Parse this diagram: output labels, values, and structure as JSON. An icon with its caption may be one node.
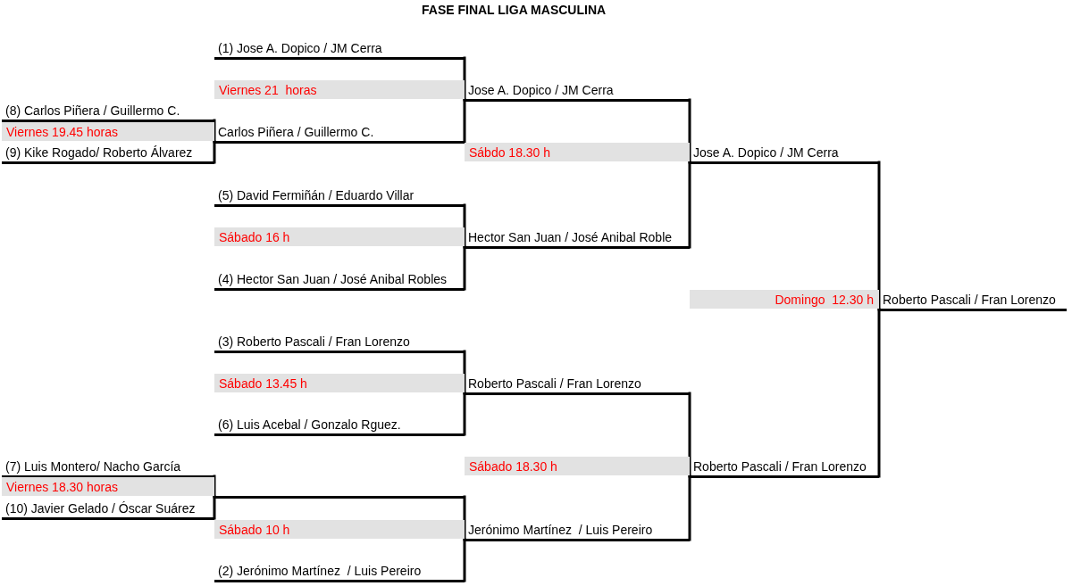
{
  "diagram": {
    "title": "FASE FINAL LIGA MASCULINA",
    "nodes": [
      {
        "text": [
          "(1) Jose A. Dopico / JM Cerra"
        ]
      },
      {
        "text": [
          "Viernes 21  horas"
        ]
      },
      {
        "text": [
          "Jose A. Dopico / JM Cerra"
        ]
      },
      {
        "text": [
          "(8) Carlos Piñera / Guillermo C."
        ]
      },
      {
        "text": [
          "Viernes 19.45 horas"
        ]
      },
      {
        "text": [
          "Carlos Piñera / Guillermo C."
        ]
      },
      {
        "text": [
          "(9) Kike Rogado/ Roberto Álvarez"
        ]
      },
      {
        "text": [
          "Sábdo 18.30 h"
        ]
      },
      {
        "text": [
          "Jose A. Dopico / JM Cerra"
        ]
      },
      {
        "text": [
          "(5) David Fermiñán / Eduardo Villar"
        ]
      },
      {
        "text": [
          "Sábado 16 h"
        ]
      },
      {
        "text": [
          "Hector San Juan / José Anibal Roble"
        ]
      },
      {
        "text": [
          "(4) Hector San Juan / José Anibal Robles"
        ]
      },
      {
        "text": [
          "Domingo  12.30 h"
        ]
      },
      {
        "text": [
          "Roberto Pascali / Fran Lorenzo"
        ]
      },
      {
        "text": [
          "(3) Roberto Pascali / Fran Lorenzo"
        ]
      },
      {
        "text": [
          "Sábado 13.45 h"
        ]
      },
      {
        "text": [
          "Roberto Pascali / Fran Lorenzo"
        ]
      },
      {
        "text": [
          "(6) Luis Acebal / Gonzalo Rguez."
        ]
      },
      {
        "text": [
          "(7) Luis Montero/ Nacho García"
        ]
      },
      {
        "text": [
          "Sábado 18.30 h"
        ]
      },
      {
        "text": [
          "Roberto Pascali / Fran Lorenzo"
        ]
      },
      {
        "text": [
          "Viernes 18.30 horas"
        ]
      },
      {
        "text": [],
        "shape": "bar"
      },
      {
        "text": [
          "(10) Javier Gelado / Óscar Suárez"
        ]
      },
      {
        "text": [
          "Sábado 10 h"
        ]
      },
      {
        "text": [
          "Jerónimo Martínez  / Luis Pereiro"
        ]
      },
      {
        "text": [
          "(2) Jerónimo Martínez  / Luis Pereiro"
        ]
      }
    ],
    "edges": [
      {
        "from": 0,
        "to": 2,
        "arrow": "none"
      },
      {
        "from": 2,
        "to": 8,
        "arrow": "none"
      },
      {
        "from": 3,
        "to": 5,
        "arrow": "none"
      },
      {
        "from": 5,
        "to": 2,
        "arrow": "none"
      },
      {
        "from": 6,
        "to": 5,
        "arrow": "none"
      },
      {
        "from": 8,
        "to": 14,
        "arrow": "none"
      },
      {
        "from": 9,
        "to": 11,
        "arrow": "none"
      },
      {
        "from": 11,
        "to": 8,
        "arrow": "none"
      },
      {
        "from": 12,
        "to": 11,
        "arrow": "none"
      },
      {
        "from": 15,
        "to": 17,
        "arrow": "none"
      },
      {
        "from": 17,
        "to": 21,
        "arrow": "none"
      },
      {
        "from": 18,
        "to": 17,
        "arrow": "none"
      },
      {
        "from": 19,
        "to": 23,
        "arrow": "none"
      },
      {
        "from": 21,
        "to": 14,
        "arrow": "none"
      },
      {
        "from": 23,
        "to": 26,
        "arrow": "none"
      },
      {
        "from": 24,
        "to": 23,
        "arrow": "none"
      },
      {
        "from": 26,
        "to": 21,
        "arrow": "none"
      },
      {
        "from": 27,
        "to": 26,
        "arrow": "none"
      }
    ]
  }
}
